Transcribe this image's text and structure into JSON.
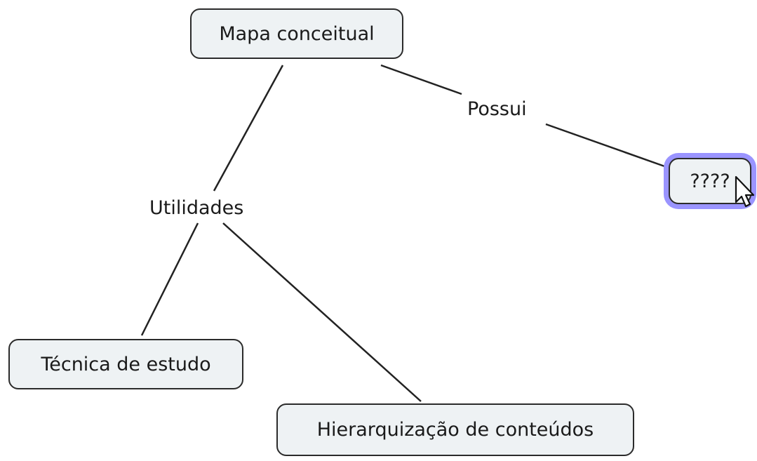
{
  "nodes": {
    "root": "Mapa conceitual",
    "unknown": "????",
    "tecnica": "Técnica de estudo",
    "hierarquizacao": "Hierarquização de conteúdos"
  },
  "links": {
    "possui": "Possui",
    "utilidades": "Utilidades"
  },
  "selection_color": "#9a94ff",
  "node_fill": "#eef2f4"
}
